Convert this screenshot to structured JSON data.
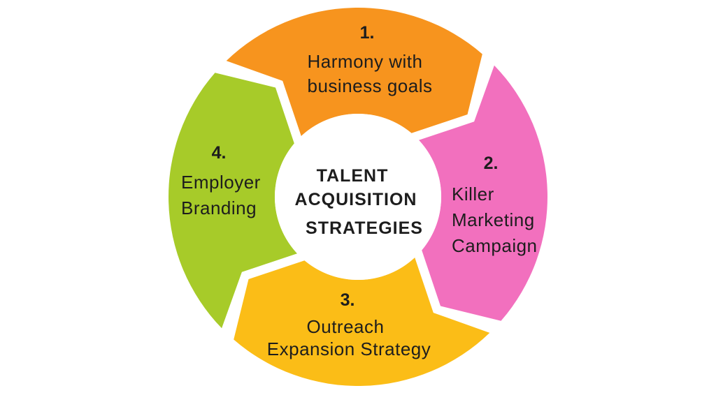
{
  "diagram": {
    "background": "#ffffff",
    "flow": "clockwise",
    "number_color": "#ffffff",
    "label_color": "#1d1d1d",
    "title_circle": {
      "bg_color": "#ffffff",
      "text_color": "#1d1d1d",
      "lines": [
        "TALENT",
        "ACQUISITION",
        "STRATEGIES"
      ]
    },
    "segments": [
      {
        "number": "1.",
        "label_lines": [
          "Harmony with",
          "business goals"
        ],
        "color": "#F7941E",
        "position": "top"
      },
      {
        "number": "2.",
        "label_lines": [
          "Killer",
          "Marketing",
          "Campaign"
        ],
        "color": "#F270BE",
        "position": "right"
      },
      {
        "number": "3.",
        "label_lines": [
          "Outreach",
          "Expansion Strategy"
        ],
        "color": "#FBBD17",
        "position": "bottom"
      },
      {
        "number": "4.",
        "label_lines": [
          "Employer",
          "Branding"
        ],
        "color": "#A7CB29",
        "position": "left"
      }
    ]
  }
}
